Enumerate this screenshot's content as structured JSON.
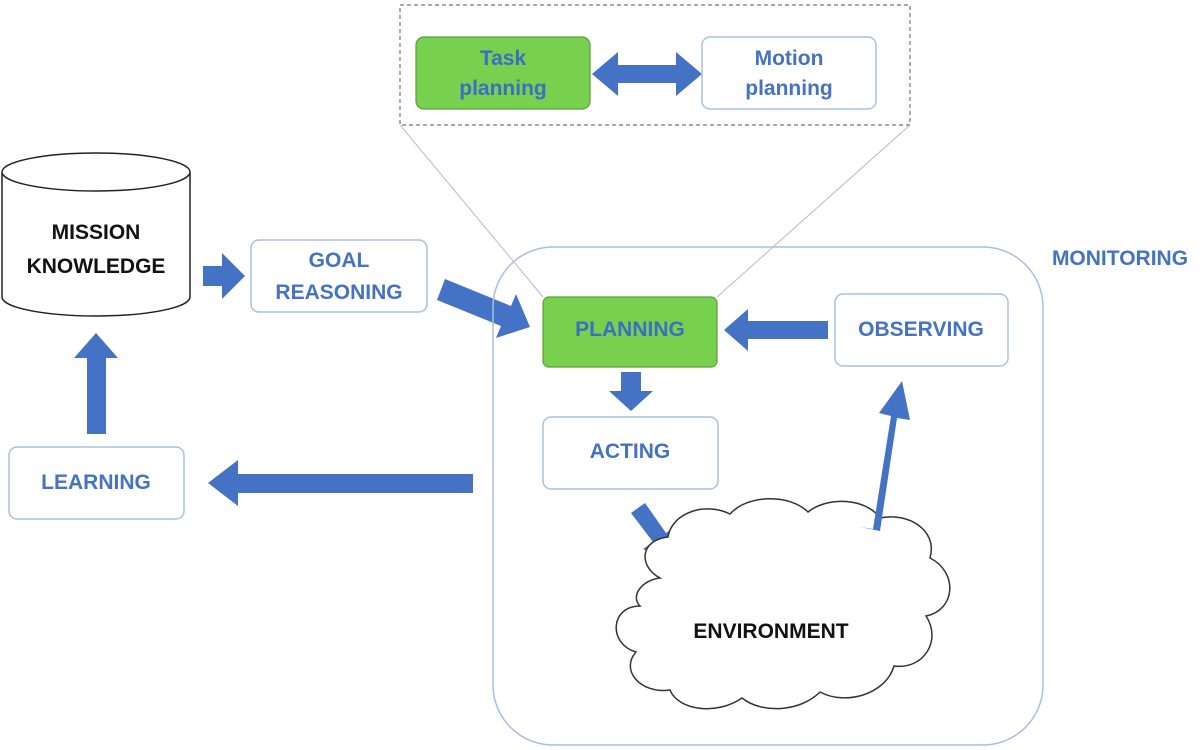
{
  "nodes": {
    "task_planning": [
      "Task",
      "planning"
    ],
    "motion_planning": [
      "Motion",
      "planning"
    ],
    "mission_knowledge": [
      "MISSION",
      "KNOWLEDGE"
    ],
    "goal_reasoning": [
      "GOAL",
      "REASONING"
    ],
    "monitoring": "MONITORING",
    "planning": "PLANNING",
    "observing": "OBSERVING",
    "acting": "ACTING",
    "learning": "LEARNING",
    "environment": "ENVIRONMENT"
  },
  "colors": {
    "accent_blue": "#4472c4",
    "box_border": "#a9bfe0",
    "green_fill": "#77d04e",
    "green_border": "#5a9e3a"
  }
}
